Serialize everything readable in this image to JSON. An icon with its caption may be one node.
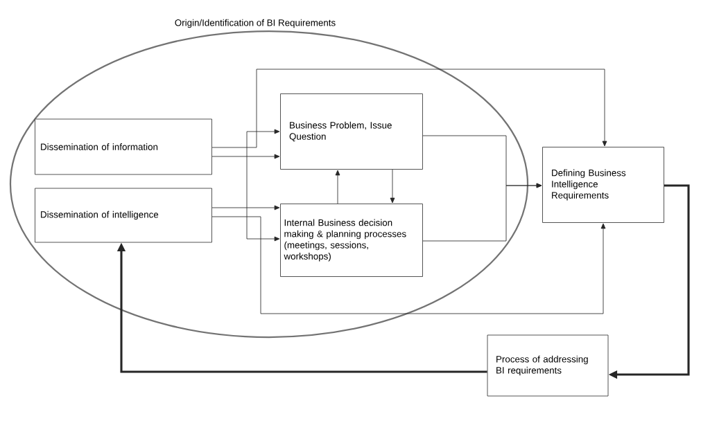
{
  "diagram": {
    "nodes": [
      {
        "text": [
          "Origin/Identification of BI Requirements"
        ]
      },
      {
        "text": [
          "Dissemination of information"
        ],
        "in": 0
      },
      {
        "text": [
          "Dissemination of intelligence"
        ],
        "in": 0
      },
      {
        "text": [
          "Business Problem, Issue Question"
        ],
        "in": 0
      },
      {
        "text": [
          "Internal Business decision making & planning processes (meetings, sessions, workshops)"
        ],
        "in": 0
      },
      {
        "text": [
          "Defining Business Intelligence Requirements"
        ]
      },
      {
        "text": [
          "Process of addressing BI requirements"
        ]
      }
    ],
    "edges": [
      {
        "from": 1,
        "to": 5,
        "arrow": "to"
      },
      {
        "from": 1,
        "to": 3,
        "arrow": "to"
      },
      {
        "from": 2,
        "to": 4,
        "arrow": "to"
      },
      {
        "from": 2,
        "to": 5,
        "arrow": "to"
      },
      {
        "from": 3,
        "to": 4,
        "arrow": "both"
      },
      {
        "from": 4,
        "to": 3,
        "arrow": "to"
      },
      {
        "from": 3,
        "to": 4,
        "arrow": "to"
      },
      {
        "from": 3,
        "to": 5,
        "arrow": "to"
      },
      {
        "from": 4,
        "to": 5,
        "arrow": "to"
      },
      {
        "from": 5,
        "to": 6,
        "arrow": "to",
        "style": "thick"
      },
      {
        "from": 6,
        "to": 2,
        "arrow": "to",
        "style": "thick"
      }
    ]
  }
}
